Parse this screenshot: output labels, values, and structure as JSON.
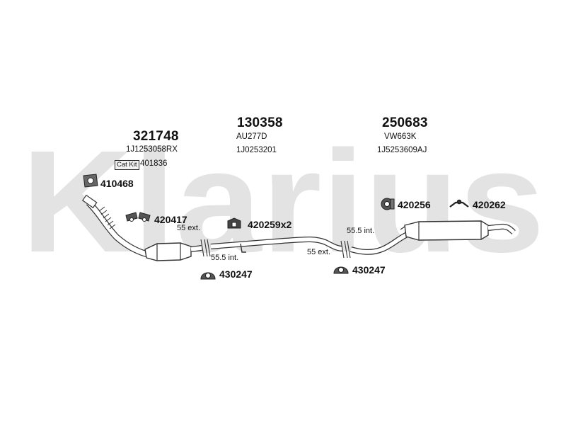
{
  "watermark": {
    "text": "Klarius",
    "color": "#e3e3e3"
  },
  "groups": [
    {
      "code": "321748",
      "ref": "1J1253058RX"
    },
    {
      "code": "130358",
      "ref1": "AU277D",
      "ref2": "1J0253201"
    },
    {
      "code": "250683",
      "ref1": "VW663K",
      "ref2": "1J5253609AJ"
    }
  ],
  "catkit": {
    "label": "Cat Kit",
    "number": "401836"
  },
  "parts": {
    "gasket_top": "410468",
    "clamp_left": "420417",
    "mount_mid": "420259x2",
    "clamp_right": "420256",
    "hanger_right": "420262",
    "ring_left": "430247",
    "ring_right": "430247"
  },
  "joints": {
    "left_ext": "55 ext.",
    "left_int": "55.5 int.",
    "right_int": "55.5 int.",
    "right_ext": "55 ext."
  },
  "colors": {
    "pipe_stroke": "#333333",
    "pipe_fill": "#ffffff",
    "part_fill": "#555555"
  }
}
